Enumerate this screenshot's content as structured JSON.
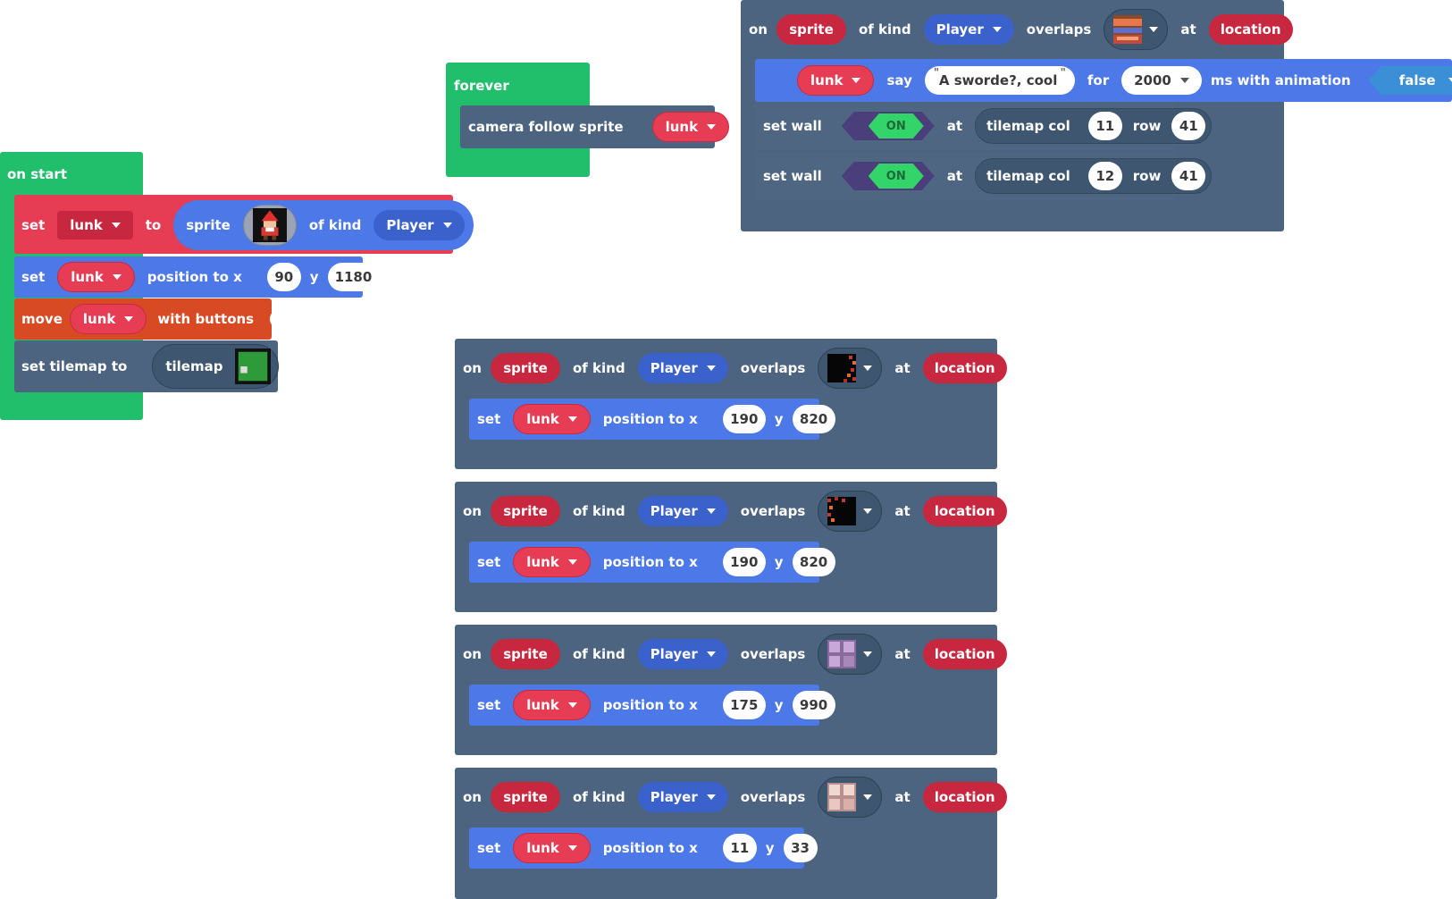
{
  "on_start": {
    "hat": "on start",
    "set_sprite": {
      "set": "set",
      "var": "lunk",
      "to": "to",
      "sprite": "sprite",
      "of_kind": "of kind",
      "kind": "Player"
    },
    "set_pos": {
      "set": "set",
      "var": "lunk",
      "position_to_x": "position to x",
      "x": "90",
      "y_label": "y",
      "y": "1180"
    },
    "move": {
      "move": "move",
      "var": "lunk",
      "with_buttons": "with buttons"
    },
    "tilemap": {
      "label": "set tilemap to",
      "value": "tilemap"
    }
  },
  "forever": {
    "hat": "forever",
    "camera": {
      "label": "camera follow sprite",
      "var": "lunk"
    }
  },
  "overlap_main": {
    "on": "on",
    "sprite": "sprite",
    "of_kind": "of kind",
    "kind": "Player",
    "overlaps": "overlaps",
    "at": "at",
    "location": "location",
    "say": {
      "var": "lunk",
      "say": "say",
      "text": "A sworde?, cool",
      "for": "for",
      "ms": "2000",
      "with_anim": "ms with animation",
      "anim": "false"
    },
    "wall1": {
      "label": "set wall",
      "on": "ON",
      "at": "at",
      "tile": "tilemap col",
      "col": "11",
      "row_label": "row",
      "row": "41"
    },
    "wall2": {
      "label": "set wall",
      "on": "ON",
      "at": "at",
      "tile": "tilemap col",
      "col": "12",
      "row_label": "row",
      "row": "41"
    }
  },
  "overlaps": [
    {
      "on": "on",
      "sprite": "sprite",
      "of_kind": "of kind",
      "kind": "Player",
      "overlaps": "overlaps",
      "at": "at",
      "location": "location",
      "set": "set",
      "var": "lunk",
      "position_to_x": "position to x",
      "x": "190",
      "y_label": "y",
      "y": "820",
      "tile": "dark-red-tile"
    },
    {
      "on": "on",
      "sprite": "sprite",
      "of_kind": "of kind",
      "kind": "Player",
      "overlaps": "overlaps",
      "at": "at",
      "location": "location",
      "set": "set",
      "var": "lunk",
      "position_to_x": "position to x",
      "x": "190",
      "y_label": "y",
      "y": "820",
      "tile": "dark-red-tile-2"
    },
    {
      "on": "on",
      "sprite": "sprite",
      "of_kind": "of kind",
      "kind": "Player",
      "overlaps": "overlaps",
      "at": "at",
      "location": "location",
      "set": "set",
      "var": "lunk",
      "position_to_x": "position to x",
      "x": "175",
      "y_label": "y",
      "y": "990",
      "tile": "purple-window-tile"
    },
    {
      "on": "on",
      "sprite": "sprite",
      "of_kind": "of kind",
      "kind": "Player",
      "overlaps": "overlaps",
      "at": "at",
      "location": "location",
      "set": "set",
      "var": "lunk",
      "position_to_x": "position to x",
      "x": "11",
      "y_label": "y",
      "y": "33",
      "tile": "pink-window-tile"
    }
  ]
}
